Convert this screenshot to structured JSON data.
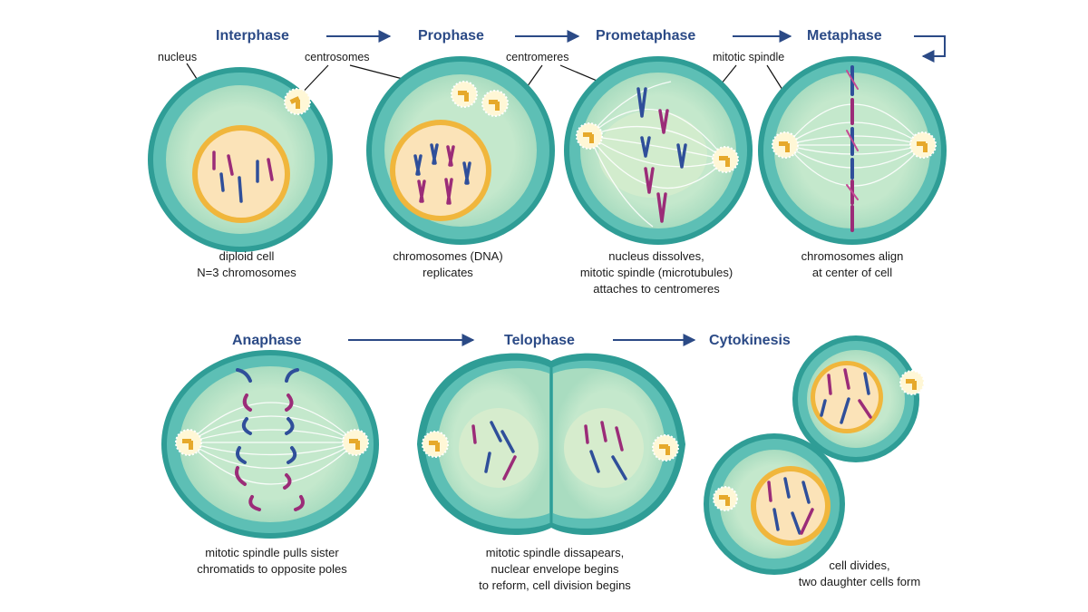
{
  "phases": {
    "interphase": "Interphase",
    "prophase": "Prophase",
    "prometaphase": "Prometaphase",
    "metaphase": "Metaphase",
    "anaphase": "Anaphase",
    "telophase": "Telophase",
    "cytokinesis": "Cytokinesis"
  },
  "callouts": {
    "nucleus": "nucleus",
    "centrosomes": "centrosomes",
    "centromeres": "centromeres",
    "mitotic_spindle": "mitotic spindle"
  },
  "captions": {
    "interphase": [
      "diploid cell",
      "N=3 chromosomes"
    ],
    "prophase": [
      "chromosomes (DNA)",
      "replicates"
    ],
    "prometaphase": [
      "nucleus dissolves,",
      "mitotic spindle (microtubules)",
      "attaches to centromeres"
    ],
    "metaphase": [
      "chromosomes align",
      "at center of cell"
    ],
    "anaphase": [
      "mitotic spindle pulls sister",
      "chromatids to opposite poles"
    ],
    "telophase": [
      "mitotic spindle dissapears,",
      "nuclear envelope begins",
      "to reform, cell division begins"
    ],
    "cytokinesis": [
      "cell divides,",
      "two daughter cells form"
    ]
  },
  "colors": {
    "cell_outer": "#2f9d96",
    "cytoplasm_ring": "#5dbfb5",
    "cytoplasm_inner": "#bfe6c9",
    "nucleus_fill": "#fbe3b8",
    "nucleus_ring": "#f0b63c",
    "chromosome_blue": "#2f4f9a",
    "chromosome_magenta": "#9b2c78",
    "title": "#2b4a86"
  }
}
